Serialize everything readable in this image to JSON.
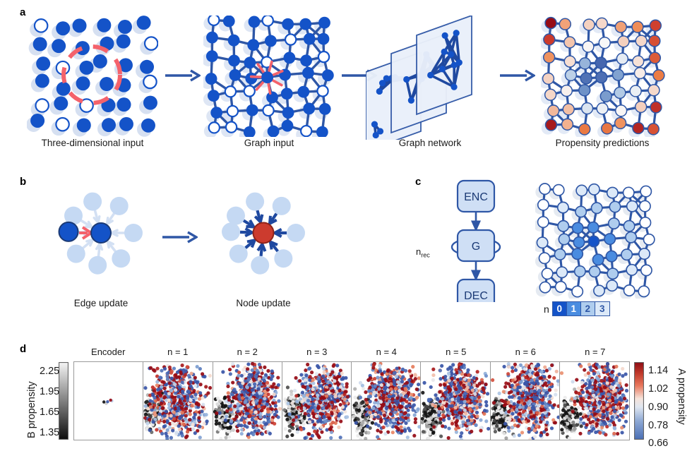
{
  "figure": {
    "panels": [
      "a",
      "b",
      "c",
      "d"
    ]
  },
  "panel_a": {
    "letter": "a",
    "captions": [
      "Three-dimensional input",
      "Graph input",
      "Graph network",
      "Propensity predictions"
    ],
    "arrow_icon": "right-arrow-icon"
  },
  "panel_b": {
    "letter": "b",
    "captions": [
      "Edge update",
      "Node update"
    ],
    "arrow_icon": "right-arrow-icon",
    "edge_highlight_color": "#f4626b",
    "node_highlight_color": "#cc3b2e",
    "node_color": "#1453c8",
    "neighbor_color": "#c5d9f3"
  },
  "panel_c": {
    "letter": "c",
    "blocks": [
      {
        "id": "enc",
        "label": "ENC"
      },
      {
        "id": "g",
        "label": "G"
      },
      {
        "id": "dec",
        "label": "DEC"
      }
    ],
    "recurrence_label": "n",
    "recurrence_sub": "rec",
    "legend": {
      "label": "n",
      "steps": [
        {
          "value": "0",
          "fill": "#1453c8",
          "text": "#ffffff"
        },
        {
          "value": "1",
          "fill": "#4a8ce0",
          "text": "#ffffff"
        },
        {
          "value": "2",
          "fill": "#afcdee",
          "text": "#2f57a6"
        },
        {
          "value": "3",
          "fill": "#dce9f8",
          "text": "#2f57a6"
        }
      ]
    }
  },
  "panel_d": {
    "letter": "d",
    "columns": [
      "Encoder",
      "n = 1",
      "n = 2",
      "n = 3",
      "n = 4",
      "n = 5",
      "n = 6",
      "n = 7"
    ],
    "left_axis": {
      "title": "B propensity",
      "ticks": [
        "2.25",
        "1.95",
        "1.65",
        "1.35"
      ],
      "colormap": "grayscale",
      "high_color": "#f2f2f2",
      "low_color": "#111111"
    },
    "right_axis": {
      "title": "A propensity",
      "ticks": [
        "1.14",
        "1.02",
        "0.90",
        "0.78",
        "0.66"
      ],
      "colormap": "coolwarm-reversed",
      "high_color": "#aa1016",
      "mid_color": "#f2f2f2",
      "low_color": "#4a6fb5"
    }
  },
  "chart_data": {
    "type": "scatter",
    "title": "",
    "xlabel": "",
    "ylabel": "B propensity",
    "legend_position": "right",
    "panels": [
      {
        "label": "Encoder",
        "clusters": [
          {
            "name": "grayscale-cluster",
            "n_points": 2,
            "cx": 0.45,
            "cy": 0.52,
            "rx": 0.02,
            "ry": 0.02,
            "colormap": "grayscale"
          },
          {
            "name": "propensity-cluster",
            "n_points": 3,
            "cx": 0.52,
            "cy": 0.5,
            "rx": 0.025,
            "ry": 0.03,
            "colormap": "coolwarm"
          }
        ]
      },
      {
        "label": "n = 1",
        "clusters": [
          {
            "name": "grayscale-cluster",
            "n_points": 120,
            "cx": 0.1,
            "cy": 0.62,
            "rx": 0.1,
            "ry": 0.2,
            "colormap": "grayscale"
          },
          {
            "name": "propensity-cluster",
            "n_points": 620,
            "cx": 0.5,
            "cy": 0.48,
            "rx": 0.23,
            "ry": 0.4,
            "colormap": "coolwarm"
          }
        ]
      },
      {
        "label": "n = 2",
        "clusters": [
          {
            "name": "grayscale-cluster",
            "n_points": 150,
            "cx": 0.16,
            "cy": 0.68,
            "rx": 0.09,
            "ry": 0.22,
            "colormap": "grayscale"
          },
          {
            "name": "propensity-cluster",
            "n_points": 640,
            "cx": 0.58,
            "cy": 0.45,
            "rx": 0.2,
            "ry": 0.4,
            "colormap": "coolwarm"
          }
        ]
      },
      {
        "label": "n = 3",
        "clusters": [
          {
            "name": "grayscale-cluster",
            "n_points": 150,
            "cx": 0.15,
            "cy": 0.62,
            "rx": 0.09,
            "ry": 0.2,
            "colormap": "grayscale"
          },
          {
            "name": "propensity-cluster",
            "n_points": 620,
            "cx": 0.58,
            "cy": 0.47,
            "rx": 0.21,
            "ry": 0.36,
            "colormap": "coolwarm"
          }
        ]
      },
      {
        "label": "n = 4",
        "clusters": [
          {
            "name": "grayscale-cluster",
            "n_points": 150,
            "cx": 0.14,
            "cy": 0.68,
            "rx": 0.08,
            "ry": 0.22,
            "colormap": "grayscale"
          },
          {
            "name": "propensity-cluster",
            "n_points": 640,
            "cx": 0.58,
            "cy": 0.44,
            "rx": 0.21,
            "ry": 0.4,
            "colormap": "coolwarm"
          }
        ]
      },
      {
        "label": "n = 5",
        "clusters": [
          {
            "name": "grayscale-cluster",
            "n_points": 160,
            "cx": 0.14,
            "cy": 0.7,
            "rx": 0.08,
            "ry": 0.22,
            "colormap": "grayscale"
          },
          {
            "name": "propensity-cluster",
            "n_points": 640,
            "cx": 0.58,
            "cy": 0.45,
            "rx": 0.21,
            "ry": 0.39,
            "colormap": "coolwarm"
          }
        ]
      },
      {
        "label": "n = 6",
        "clusters": [
          {
            "name": "grayscale-cluster",
            "n_points": 160,
            "cx": 0.14,
            "cy": 0.7,
            "rx": 0.08,
            "ry": 0.22,
            "colormap": "grayscale"
          },
          {
            "name": "propensity-cluster",
            "n_points": 640,
            "cx": 0.58,
            "cy": 0.44,
            "rx": 0.2,
            "ry": 0.4,
            "colormap": "coolwarm"
          }
        ]
      },
      {
        "label": "n = 7",
        "clusters": [
          {
            "name": "grayscale-cluster",
            "n_points": 160,
            "cx": 0.13,
            "cy": 0.7,
            "rx": 0.08,
            "ry": 0.22,
            "colormap": "grayscale"
          },
          {
            "name": "propensity-cluster",
            "n_points": 640,
            "cx": 0.6,
            "cy": 0.44,
            "rx": 0.19,
            "ry": 0.42,
            "colormap": "coolwarm"
          }
        ]
      }
    ],
    "y_ticks": [
      "2.25",
      "1.95",
      "1.65",
      "1.35"
    ],
    "colorbar_ticks": [
      "1.14",
      "1.02",
      "0.90",
      "0.78",
      "0.66"
    ]
  },
  "colors": {
    "blue": "#1453c8",
    "dark_blue": "#2f57a6",
    "light_blue": "#c5d9f3",
    "pale_blue": "#e4ecf9",
    "red": "#f4626b",
    "node_red": "#cc3b2e"
  }
}
